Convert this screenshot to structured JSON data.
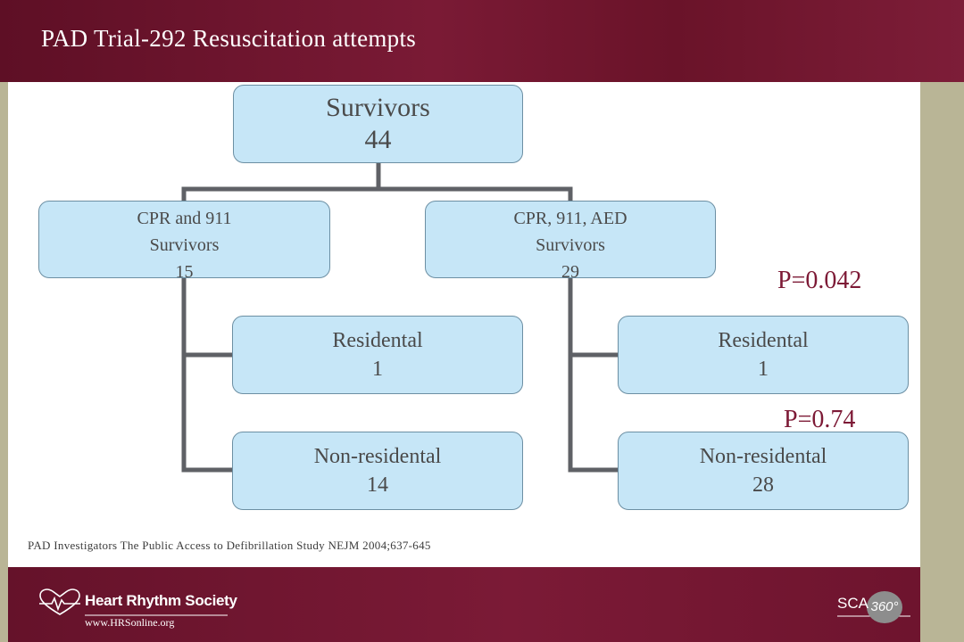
{
  "header": {
    "title": "PAD Trial-292 Resuscitation attempts"
  },
  "tree": {
    "root": {
      "label": "Survivors",
      "value": "44"
    },
    "left": {
      "line1": "CPR and 911",
      "line2": "Survivors",
      "value": "15",
      "children": [
        {
          "label": "Residental",
          "value": "1"
        },
        {
          "label": "Non-residental",
          "value": "14"
        }
      ]
    },
    "right": {
      "line1": "CPR, 911, AED",
      "line2": "Survivors",
      "value": "29",
      "children": [
        {
          "label": "Residental",
          "value": "1"
        },
        {
          "label": "Non-residental",
          "value": "28"
        }
      ]
    }
  },
  "pvalues": {
    "residential": "P=0.042",
    "nonresidential": "P=0.74"
  },
  "citation": "PAD Investigators The Public Access to Defibrillation Study NEJM 2004;637-645",
  "footer": {
    "org_name": "Heart Rhythm Society",
    "url": "www.HRSonline.org",
    "sca_text": "SCA",
    "sca_badge": "360°"
  },
  "colors": {
    "header": "#6b1430",
    "node_fill": "#c6e6f7",
    "connector": "#5f6166",
    "pvalue": "#7d1a36"
  }
}
